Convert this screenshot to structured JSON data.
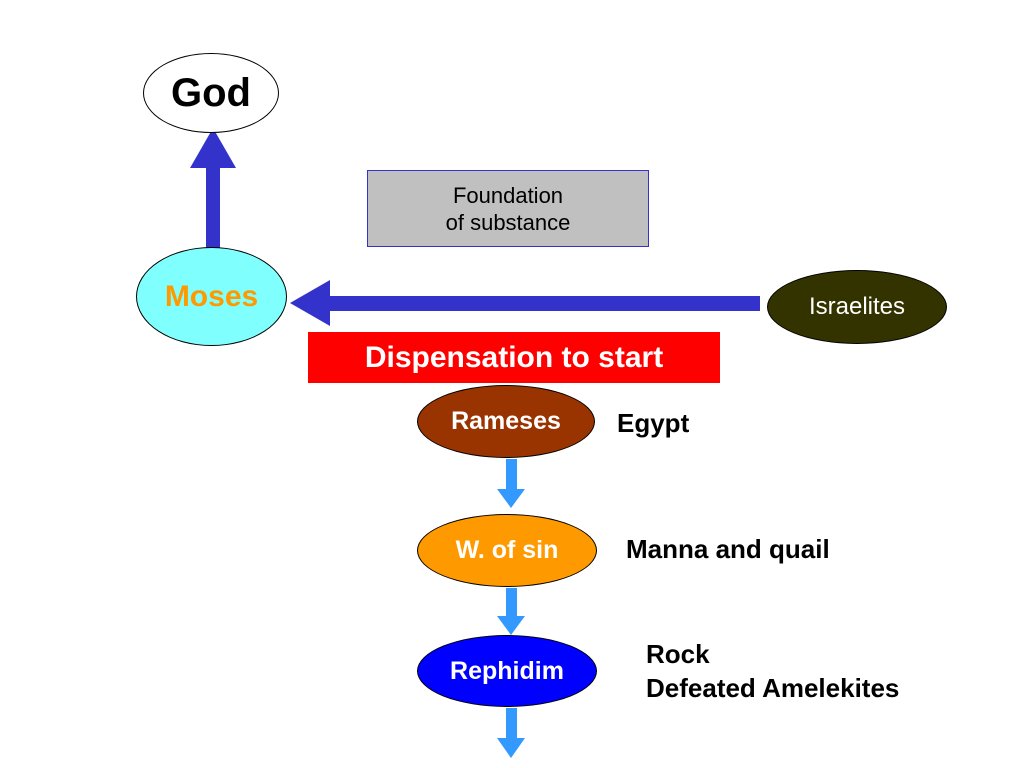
{
  "nodes": {
    "god": "God",
    "moses": "Moses",
    "israelites": "Israelites",
    "foundation": [
      "Foundation",
      "of substance"
    ],
    "dispensation": "Dispensation to start",
    "rameses": "Rameses",
    "wilderness_of_sin": "W. of sin",
    "rephidim": "Rephidim"
  },
  "notes": {
    "rameses": "Egypt",
    "wilderness_of_sin": "Manna and quail",
    "rephidim": [
      "Rock",
      "Defeated Amelekites"
    ]
  },
  "colors": {
    "god_fill": "#ffffff",
    "moses_fill": "#80ffff",
    "moses_text": "#ff9900",
    "israelites_fill": "#333300",
    "foundation_fill": "#c0c0c0",
    "foundation_border": "#3333cc",
    "dispensation_fill": "#ff0000",
    "rameses_fill": "#993300",
    "wilderness_fill": "#ff9900",
    "rephidim_fill": "#0000ff",
    "main_arrow": "#3333cc",
    "flow_arrow": "#3399ff"
  }
}
